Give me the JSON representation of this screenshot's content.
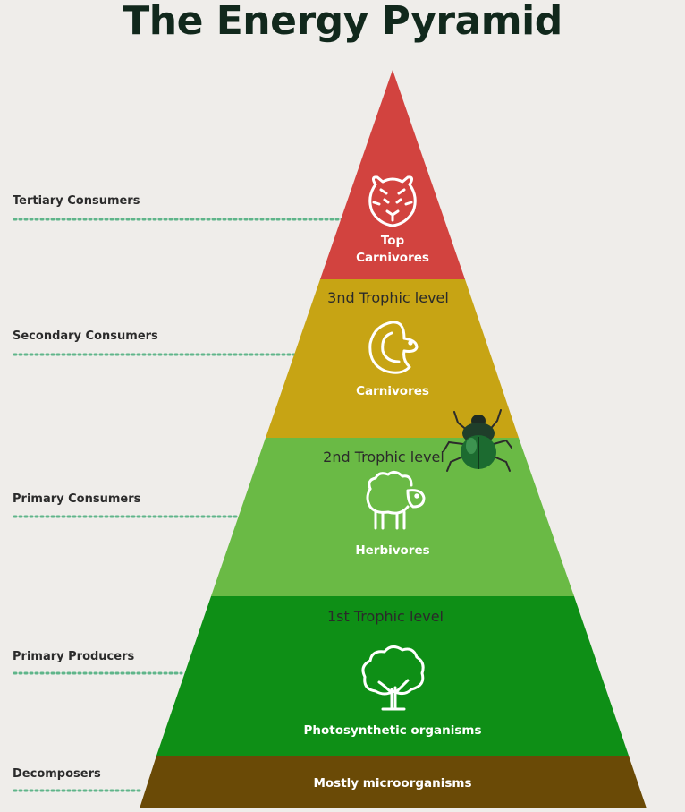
{
  "title": "The Energy Pyramid",
  "side_labels": {
    "tertiary": "Tertiary Consumers",
    "secondary": "Secondary Consumers",
    "primary_consumers": "Primary Consumers",
    "producers": "Primary Producers",
    "decomposers": "Decomposers"
  },
  "tiers": {
    "top": {
      "label_line1": "Top",
      "label_line2": "Carnivores",
      "icon": "tiger-icon",
      "color": "#d2433f"
    },
    "carnivores": {
      "trophic": "3nd Trophic level",
      "label": "Carnivores",
      "icon": "snake-icon",
      "color": "#c7a414"
    },
    "herbivores": {
      "trophic": "2nd Trophic level",
      "label": "Herbivores",
      "icon": "sheep-icon",
      "color": "#6aba45"
    },
    "producers": {
      "trophic": "1st Trophic level",
      "label": "Photosynthetic organisms",
      "icon": "tree-icon",
      "color": "#0e8f16"
    },
    "decomposers": {
      "label": "Mostly microorganisms",
      "color": "#6a4a06"
    }
  },
  "colors": {
    "dotted_line": "#5fb58a",
    "background": "#efedea"
  }
}
